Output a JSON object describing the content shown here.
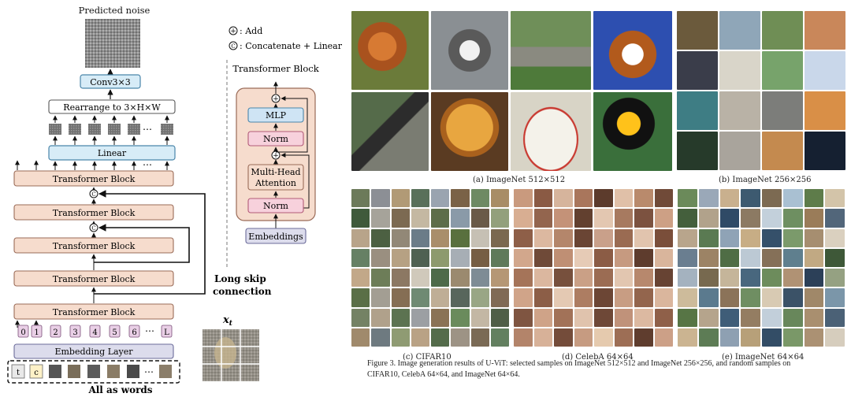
{
  "diagram": {
    "predicted_noise": "Predicted noise",
    "conv": "Conv3×3",
    "rearrange": "Rearrange to 3×H×W",
    "linear": "Linear",
    "transformer_block": "Transformer Block",
    "embedding_layer": "Embedding Layer",
    "all_as_words": "All as words",
    "long_skip_1": "Long skip",
    "long_skip_2": "connection",
    "xt": "x",
    "xt_sub": "t",
    "ellipsis": "⋯",
    "legend_add": ": Add",
    "legend_concat": ": Concatenate + Linear",
    "legend_add_symbol": "+",
    "legend_concat_symbol": "C",
    "token_t": "t",
    "token_c": "c",
    "positions": [
      "0",
      "1",
      "2",
      "3",
      "4",
      "5",
      "6",
      "L"
    ]
  },
  "block_detail": {
    "title": "Transformer Block",
    "mlp": "MLP",
    "norm": "Norm",
    "attention_line1": "Multi-Head",
    "attention_line2": "Attention",
    "embeddings": "Embeddings"
  },
  "figure": {
    "captions": {
      "a": "(a) ImageNet 512×512",
      "b": "(b) ImageNet 256×256",
      "c": "(c) CIFAR10",
      "d": "(d) CelebA 64×64",
      "e": "(e) ImageNet 64×64"
    },
    "caption_line1": "Figure 3.  Image generation results of U-ViT: selected samples on ImageNet 512×512 and ImageNet 256×256, and random samples on",
    "caption_line2": "CIFAR10, CelebA 64×64, and ImageNet 64×64."
  },
  "colors": {
    "block_fill": "#f6dccd",
    "block_stroke": "#9a6b58",
    "linear_fill": "#d7ecf7",
    "linear_stroke": "#4a86aa",
    "embed_fill": "#dcdcec",
    "norm_fill": "#f7d1dc",
    "mlp_fill": "#cfe4f4",
    "attention_fill": "#f6dccd",
    "token_pos_fill": "#e9cfe6",
    "token_c_fill": "#fdf1c7"
  }
}
